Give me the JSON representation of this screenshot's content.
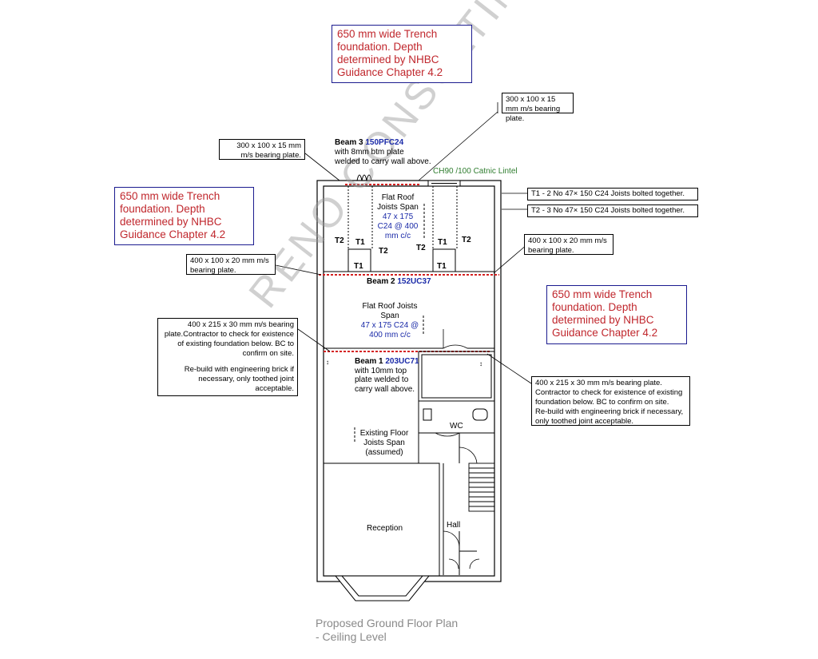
{
  "trench_notes": [
    [
      "650 mm wide Trench",
      "foundation. Depth",
      "determined by NHBC",
      "Guidance Chapter 4.2"
    ],
    [
      "650 mm wide Trench",
      "foundation. Depth",
      "determined by NHBC",
      "Guidance Chapter 4.2"
    ],
    [
      "650 mm wide Trench",
      "foundation. Depth",
      "determined by NHBC",
      "Guidance Chapter 4.2"
    ]
  ],
  "notes": {
    "bearing_top_right": "300 x 100 x 15 mm m/s bearing plate.",
    "bearing_top_left": "300 x 100 x 15 mm m/s bearing plate.",
    "t1_note": "T1 - 2 No 47× 150 C24 Joists bolted together.",
    "t2_note": "T2 - 3 No 47× 150 C24 Joists bolted together.",
    "bearing_mid_right": "400 x 100 x 20 mm m/s bearing plate.",
    "bearing_mid_left": "400 x 100 x 20 mm m/s bearing plate.",
    "bearing_low_left": "400 x 215 x 30 mm m/s bearing plate.Contractor to check for existence of existing foundation below. BC to confirm on site.",
    "rebuild_left": "Re-build with engineering brick if necessary, only toothed joint acceptable.",
    "bearing_low_right": "400 x 215 x 30 mm m/s bearing plate. Contractor to check for existence of existing foundation below. BC to confirm on site.",
    "rebuild_right": "Re-build with engineering brick if necessary, only toothed joint acceptable."
  },
  "beams": {
    "beam3_prefix": "Beam 3",
    "beam3_size": "150PFC24",
    "beam3_desc_1": "with 8mm btm plate",
    "beam3_desc_2": "welded to carry wall above.",
    "lintel": "CH90 /100 Catnic Lintel",
    "beam2_prefix": "Beam 2",
    "beam2_size": "152UC37",
    "beam1_prefix": "Beam 1",
    "beam1_size": "203UC71",
    "beam1_desc_1": "with 10mm top",
    "beam1_desc_2": "plate welded to",
    "beam1_desc_3": "carry wall above."
  },
  "rooms": {
    "flat_roof_1_a": "Flat Roof",
    "flat_roof_1_b": "Joists Span",
    "flat_roof_1_spec_a": "47 x 175",
    "flat_roof_1_spec_b": "C24 @ 400",
    "flat_roof_1_spec_c": "mm c/c",
    "flat_roof_2_a": "Flat Roof Joists",
    "flat_roof_2_b": "Span",
    "flat_roof_2_spec_a": "47 x 175 C24 @",
    "flat_roof_2_spec_b": "400 mm c/c",
    "existing_a": "Existing Floor",
    "existing_b": "Joists Span",
    "existing_c": "(assumed)",
    "wc": "WC",
    "reception": "Reception",
    "hall": "Hall"
  },
  "joist_tags": {
    "t1": "T1",
    "t2": "T2"
  },
  "watermark": "RENO CONSULTING LTD",
  "caption": [
    "Proposed Ground Floor Plan",
    "- Ceiling Level"
  ],
  "colors": {
    "trench_text": "#c0272d",
    "trench_border": "#1b1b8f",
    "beam_size": "#1a2aa8",
    "beam_line": "#d42020",
    "lintel": "#2f7d2f",
    "caption": "#8a8a8a"
  }
}
